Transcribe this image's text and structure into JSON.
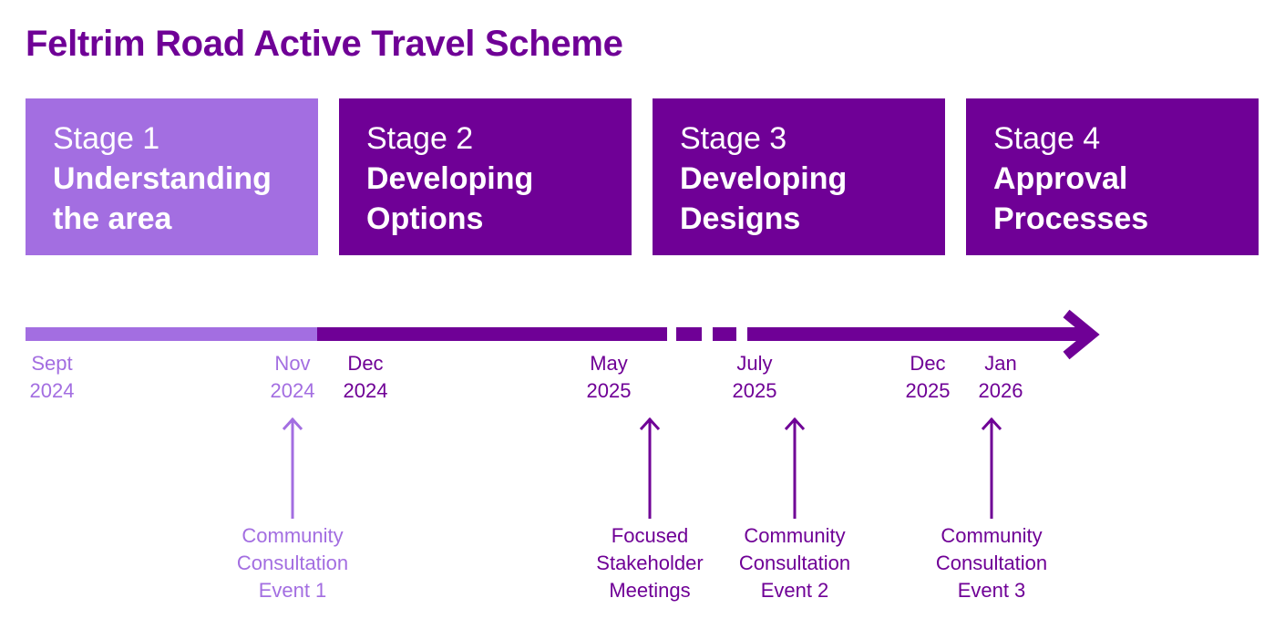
{
  "title": "Feltrim Road Active Travel Scheme",
  "colors": {
    "light": "#a36ee1",
    "dark": "#6f0096"
  },
  "stages": [
    {
      "num": "Stage 1",
      "name": "Understanding\nthe area"
    },
    {
      "num": "Stage 2",
      "name": "Developing\nOptions"
    },
    {
      "num": "Stage 3",
      "name": "Developing\nDesigns"
    },
    {
      "num": "Stage 4",
      "name": "Approval\nProcesses"
    }
  ],
  "dates": [
    {
      "month": "Sept",
      "year": "2024"
    },
    {
      "month": "Nov",
      "year": "2024"
    },
    {
      "month": "Dec",
      "year": "2024"
    },
    {
      "month": "May",
      "year": "2025"
    },
    {
      "month": "July",
      "year": "2025"
    },
    {
      "month": "Dec",
      "year": "2025"
    },
    {
      "month": "Jan",
      "year": "2026"
    }
  ],
  "events": [
    {
      "lines": [
        "Community",
        "Consultation",
        "Event 1"
      ]
    },
    {
      "lines": [
        "Focused",
        "Stakeholder",
        "Meetings"
      ]
    },
    {
      "lines": [
        "Community",
        "Consultation",
        "Event 2"
      ]
    },
    {
      "lines": [
        "Community",
        "Consultation",
        "Event 3"
      ]
    }
  ]
}
